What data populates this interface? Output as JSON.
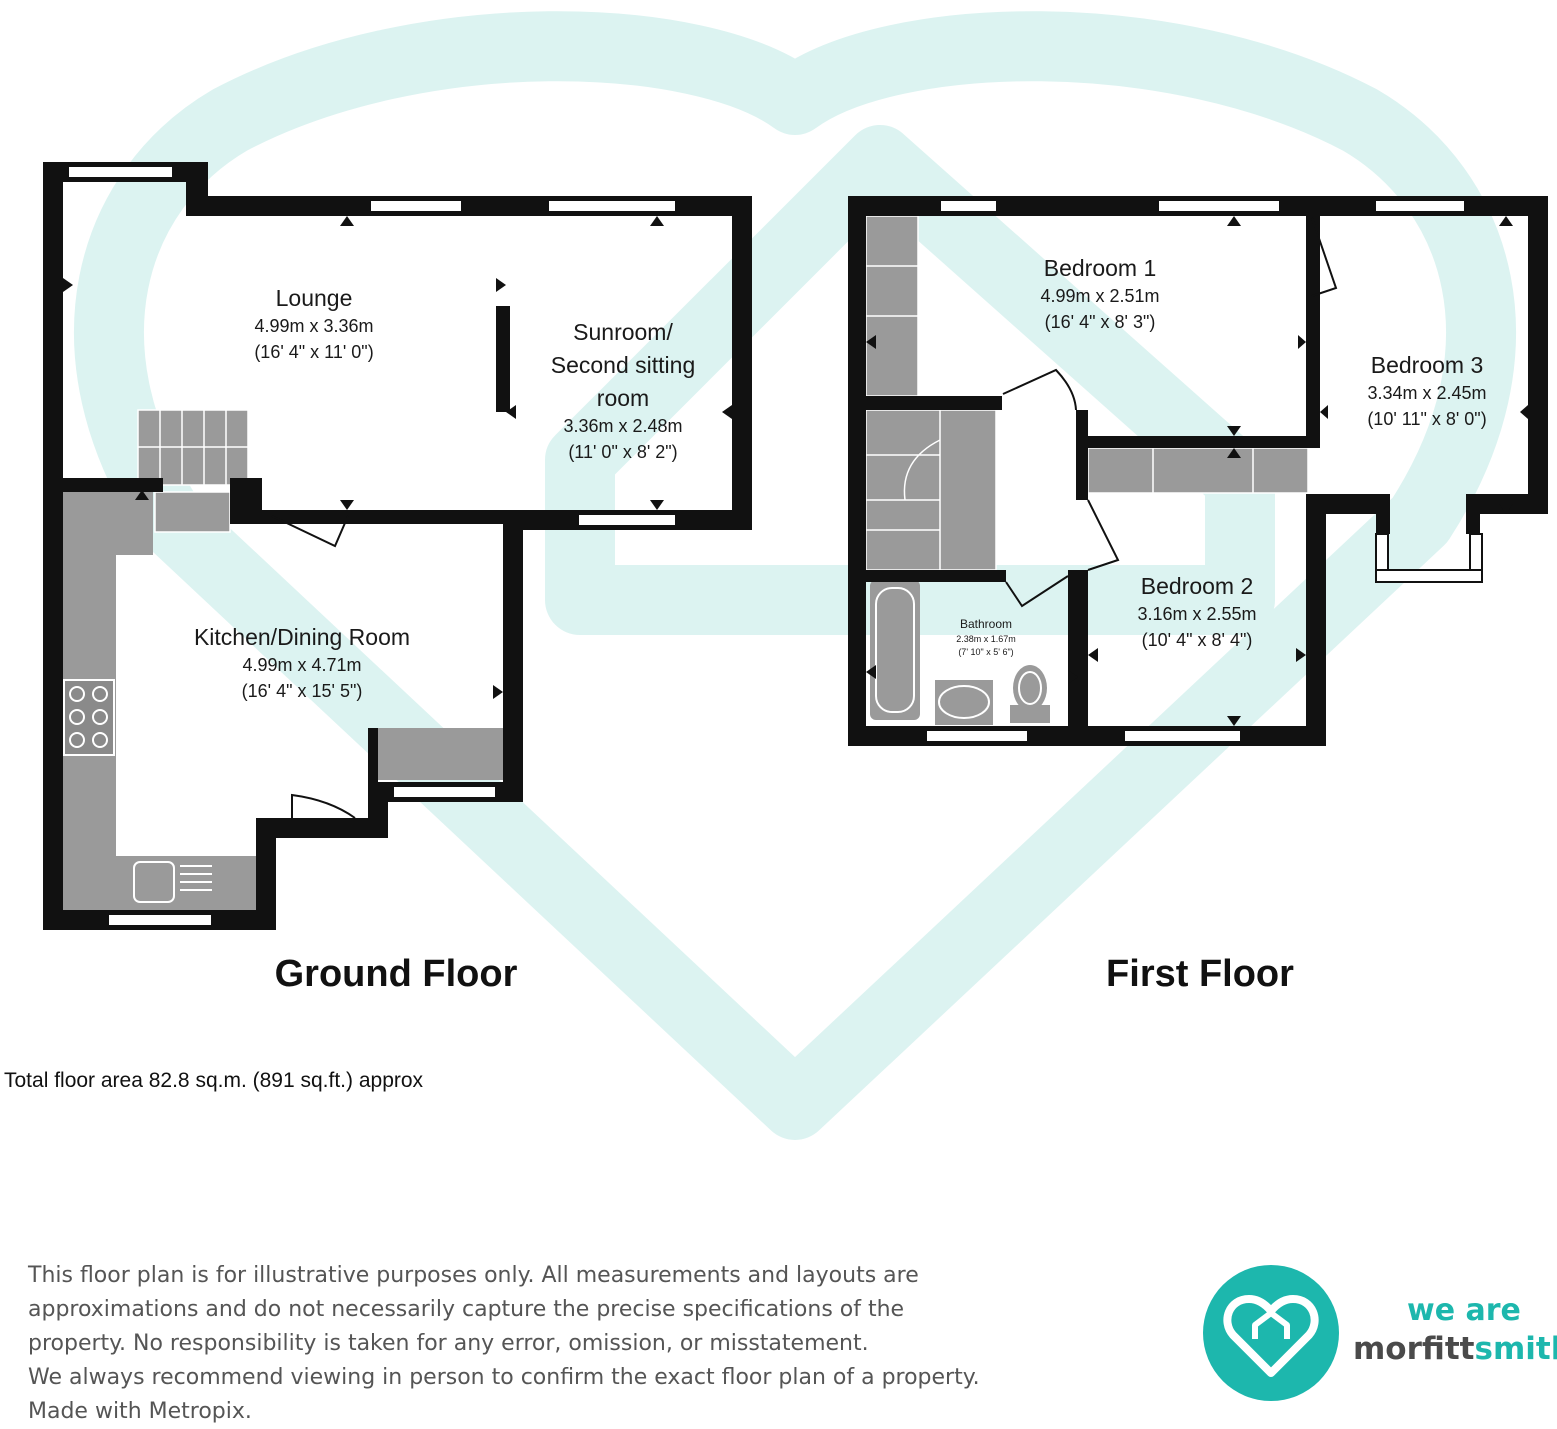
{
  "ground_floor": {
    "title": "Ground Floor",
    "rooms": [
      {
        "name": "Lounge",
        "metric": "4.99m x 3.36m",
        "imperial": "(16' 4\" x 11' 0\")"
      },
      {
        "name_lines": [
          "Sunroom/",
          "Second sitting",
          "room"
        ],
        "metric": "3.36m x 2.48m",
        "imperial": "(11' 0\" x 8' 2\")"
      },
      {
        "name": "Kitchen/Dining Room",
        "metric": "4.99m x 4.71m",
        "imperial": "(16' 4\" x 15' 5\")"
      }
    ]
  },
  "first_floor": {
    "title": "First Floor",
    "rooms": [
      {
        "name": "Bedroom 1",
        "metric": "4.99m x 2.51m",
        "imperial": "(16' 4\" x 8' 3\")"
      },
      {
        "name": "Bedroom 3",
        "metric": "3.34m x 2.45m",
        "imperial": "(10' 11\" x 8' 0\")"
      },
      {
        "name": "Bedroom 2",
        "metric": "3.16m x 2.55m",
        "imperial": "(10' 4\" x 8' 4\")"
      },
      {
        "name": "Bathroom",
        "metric": "2.38m x 1.67m",
        "imperial": "(7' 10\" x 5' 6\")"
      }
    ]
  },
  "total_area": "Total floor area 82.8 sq.m. (891 sq.ft.) approx",
  "disclaimer_lines": [
    "This floor plan is for illustrative purposes only. All measurements and layouts are",
    "approximations and do not necessarily capture the precise specifications of the",
    "property. No responsibility is taken for any error, omission, or misstatement.",
    "We always recommend viewing in person to confirm the exact floor plan of a property.",
    "Made with Metropix."
  ],
  "logo": {
    "line1": "we are",
    "line2_a": "morfitt",
    "line2_b": "smith",
    "icon": "heart-house-icon"
  },
  "colors": {
    "watermark": "#dcf3f1",
    "walls": "#111111",
    "fixtures": "#9a9a9a",
    "brand": "#1db7ad",
    "brand_dark": "#4a4a4a"
  }
}
